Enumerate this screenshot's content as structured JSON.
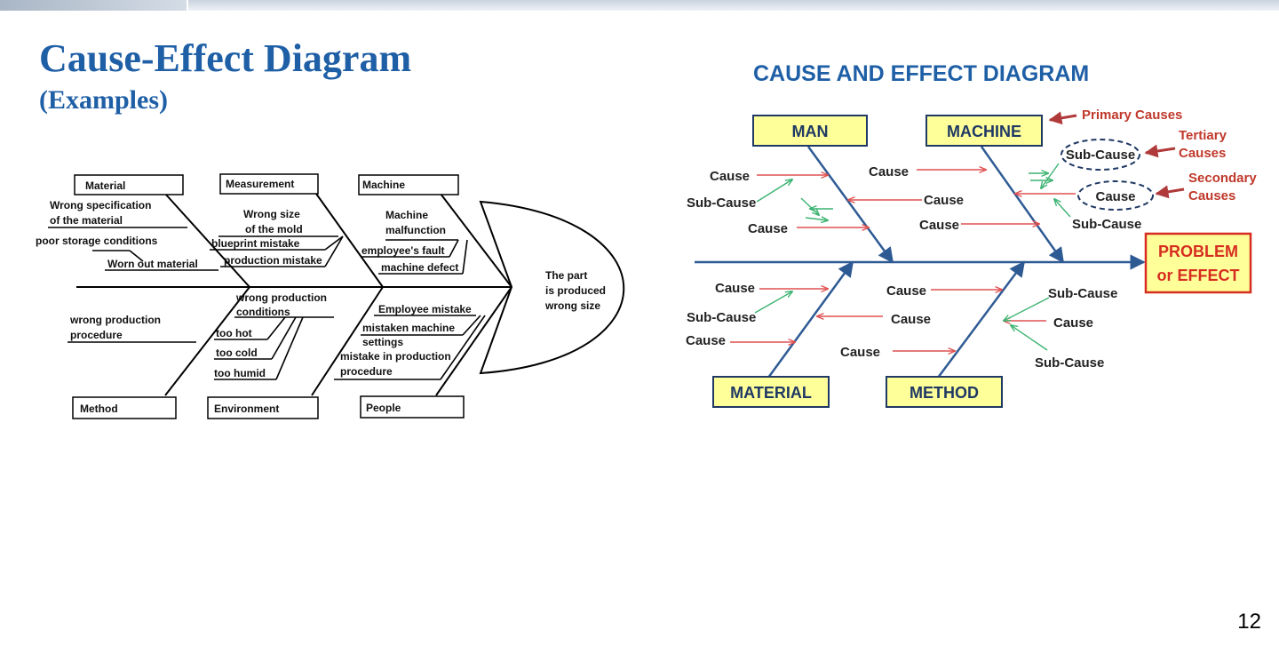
{
  "slide": {
    "title": "Cause-Effect Diagram",
    "subtitle": "(Examples)",
    "page_number": "12"
  },
  "colors": {
    "title_blue": "#1f5fa6",
    "diagram_title_blue": "#1f5fa6",
    "spine_blue": "#2e5a94",
    "box_fill_yellow": "#ffff99",
    "problem_red": "#d62d20",
    "arrow_red": "#e05050",
    "arrow_green": "#3cb371"
  },
  "left_diagram": {
    "categories": {
      "material": "Material",
      "measurement": "Measurement",
      "machine": "Machine",
      "method": "Method",
      "environment": "Environment",
      "people": "People"
    },
    "effect": [
      "The part",
      "is produced",
      "wrong size"
    ],
    "causes": {
      "material": [
        "Wrong specification",
        "of the material",
        "poor storage conditions",
        "Worn out material"
      ],
      "measurement": [
        "Wrong size",
        "of the mold",
        "blueprint mistake",
        "production mistake"
      ],
      "machine": [
        "Machine",
        "malfunction",
        "employee's fault",
        "machine defect"
      ],
      "method": [
        "wrong production",
        "procedure"
      ],
      "environment": [
        "wrong production",
        "conditions",
        "too hot",
        "too cold",
        "too humid"
      ],
      "people": [
        "Employee  mistake",
        "mistaken machine",
        "settings",
        "mistake in production",
        "procedure"
      ]
    }
  },
  "right_diagram": {
    "title": "CAUSE AND EFFECT DIAGRAM",
    "categories": {
      "man": "MAN",
      "machine": "MACHINE",
      "material": "MATERIAL",
      "method": "METHOD"
    },
    "problem": [
      "PROBLEM",
      "or EFFECT"
    ],
    "legend": {
      "primary": "Primary Causes",
      "tertiary": [
        "Tertiary",
        "Causes"
      ],
      "secondary": [
        "Secondary",
        "Causes"
      ]
    },
    "labels": {
      "cause": "Cause",
      "sub_cause": "Sub-Cause"
    }
  }
}
